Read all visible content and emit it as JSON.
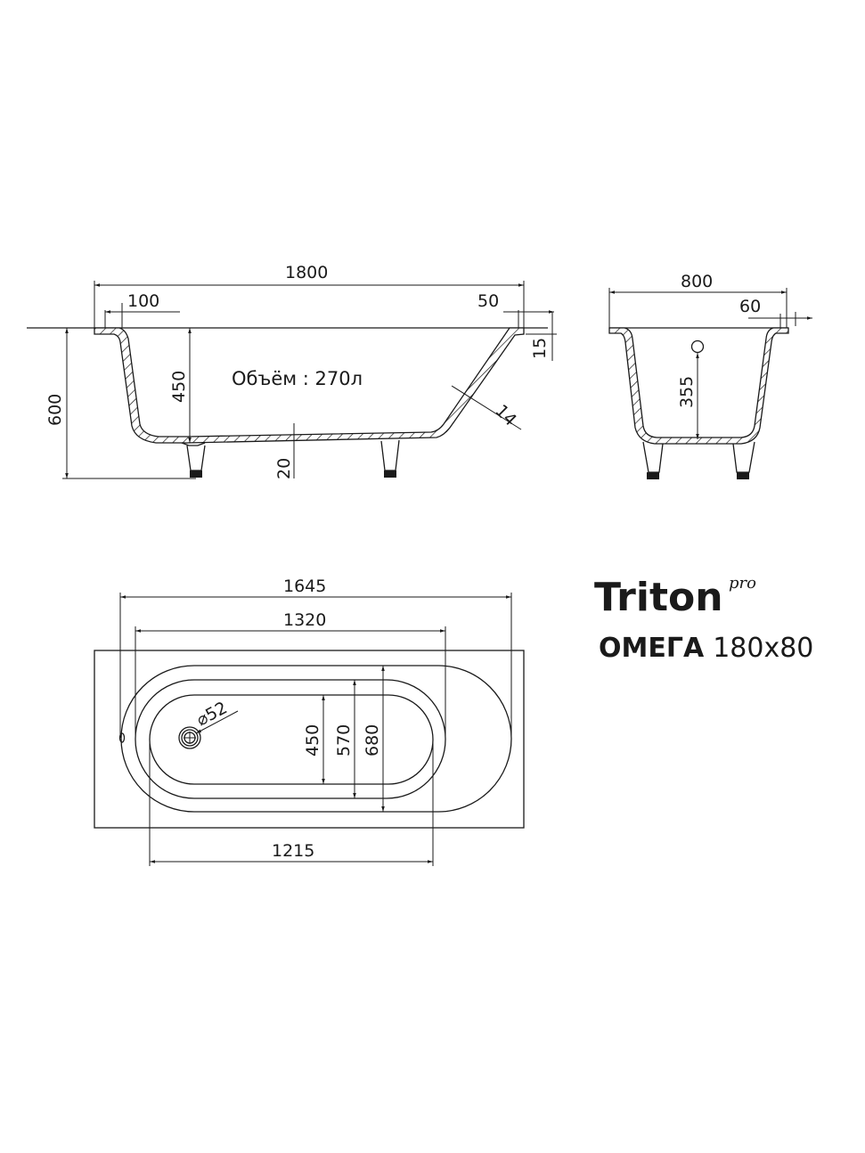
{
  "side_view": {
    "length": "1800",
    "rim_left": "100",
    "rim_right": "50",
    "rim_thickness": "15",
    "height": "600",
    "depth": "450",
    "bottom_thickness": "20",
    "wall_thickness": "14",
    "volume_label": "Объём : 270л"
  },
  "end_view": {
    "width": "800",
    "rim": "60",
    "overflow_height": "355"
  },
  "top_view": {
    "outer_length": "1645",
    "middle_length": "1320",
    "inner_length": "1215",
    "inner_width": "450",
    "middle_width": "570",
    "outer_width": "680",
    "drain_diameter": "52",
    "diameter_symbol": "⌀"
  },
  "brand": {
    "name": "Triton",
    "suffix": "pro",
    "model": "ОМЕГА",
    "size": "180x80"
  }
}
